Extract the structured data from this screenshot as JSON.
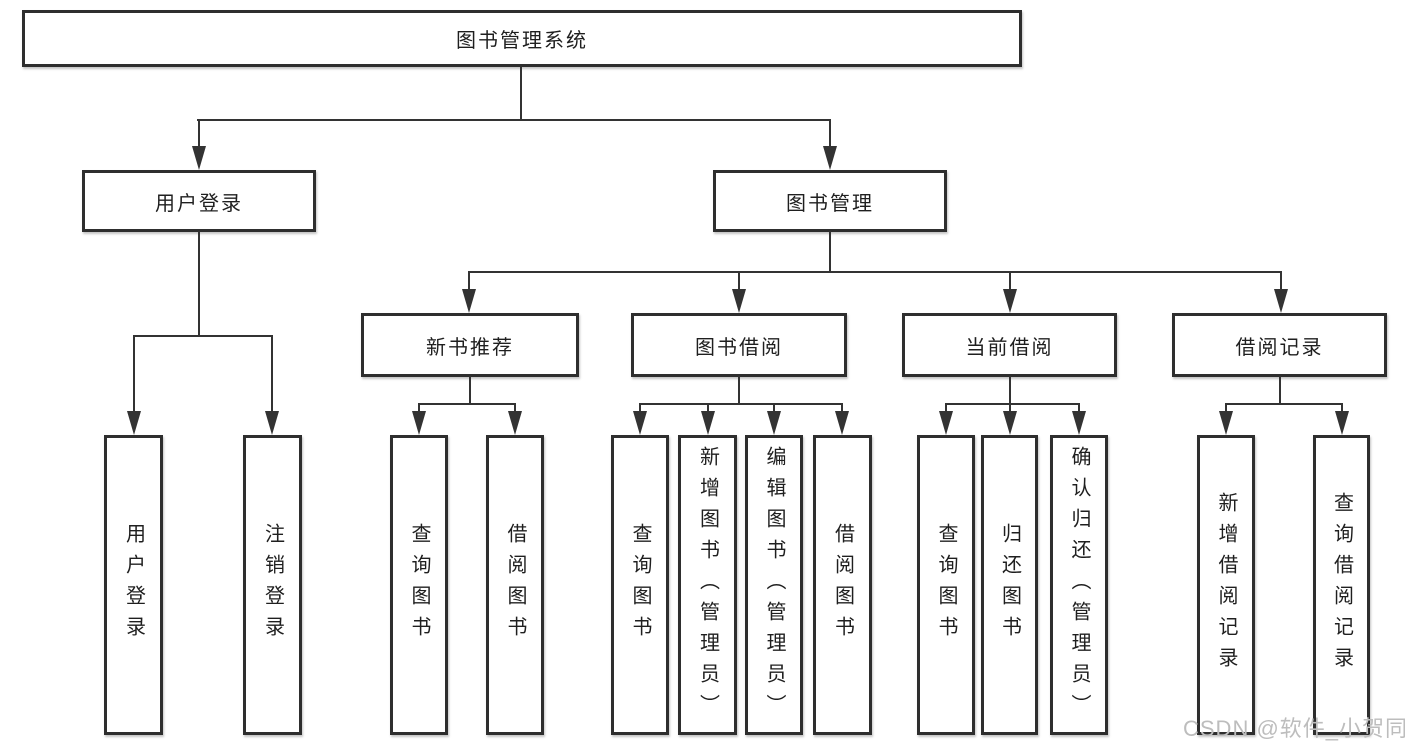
{
  "tree": {
    "root": "图书管理系统",
    "level2": [
      "用户登录",
      "图书管理"
    ],
    "level3": [
      "新书推荐",
      "图书借阅",
      "当前借阅",
      "借阅记录"
    ],
    "leaves": [
      "用户登录",
      "注销登录",
      "查询图书",
      "借阅图书",
      "查询图书",
      "新增图书（管理员）",
      "编辑图书（管理员）",
      "借阅图书",
      "查询图书",
      "归还图书",
      "确认归还（管理员）",
      "新增借阅记录",
      "查询借阅记录"
    ]
  },
  "watermark": "CSDN @软件_小贺同学",
  "colors": {
    "line": "#333333",
    "box_border": "#2e2e2e",
    "text": "#1f1f1f",
    "watermark": "#bdbdbd",
    "background": "#ffffff"
  }
}
